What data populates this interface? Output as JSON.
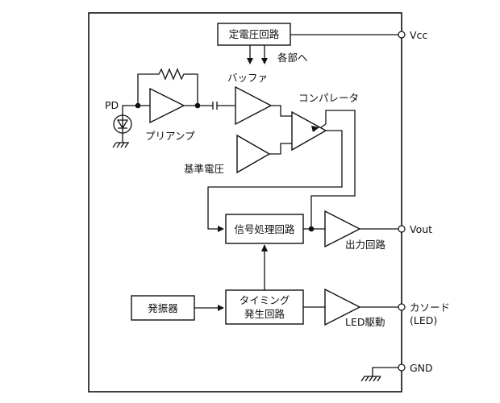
{
  "blocks": {
    "regulator": "定電圧回路",
    "to_each_section": "各部へ",
    "buffer": "バッファ",
    "comparator": "コンパレータ",
    "pd": "PD",
    "preamp": "プリアンプ",
    "reference_voltage": "基準電圧",
    "signal_processing": "信号処理回路",
    "output_circuit": "出力回路",
    "oscillator": "発振器",
    "timing_line1": "タイミング",
    "timing_line2": "発生回路",
    "led_drive": "LED駆動"
  },
  "pins": {
    "vcc": "Vcc",
    "vout": "Vout",
    "cathode_line1": "カソード",
    "cathode_line2": "(LED)",
    "gnd": "GND"
  }
}
